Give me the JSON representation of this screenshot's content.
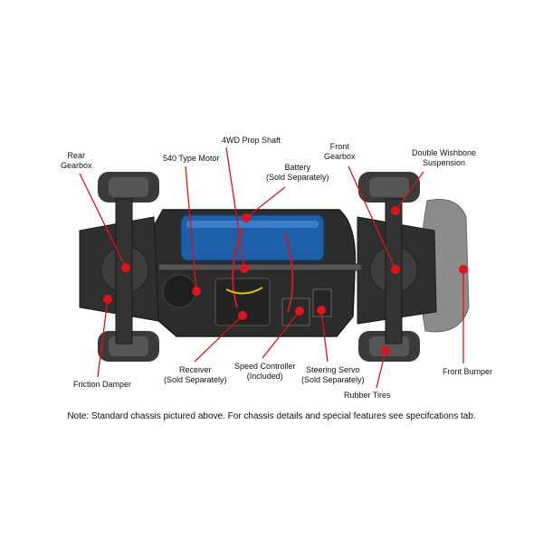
{
  "colors": {
    "callout": "#e0121b",
    "chassis": "#2c2c2c",
    "tire": "#3a3a3a",
    "battery": "#1d5fa8",
    "bumper": "#8c8c8c",
    "text": "#111111"
  },
  "labels": {
    "rear_gearbox": [
      "Rear",
      "Gearbox"
    ],
    "motor": [
      "540 Type Motor"
    ],
    "prop_shaft": [
      "4WD Prop Shaft"
    ],
    "battery": [
      "Battery",
      "(Sold Separately)"
    ],
    "front_gearbox": [
      "Front",
      "Gearbox"
    ],
    "double_wishbone": [
      "Double Wishbone",
      "Suspension"
    ],
    "friction_damper": [
      "Friction Damper"
    ],
    "receiver": [
      "Receiver",
      "(Sold Separately)"
    ],
    "speed_controller": [
      "Speed Controller",
      "(Included)"
    ],
    "steering_servo": [
      "Steering Servo",
      "(Sold Separately)"
    ],
    "rubber_tires": [
      "Rubber Tires"
    ],
    "front_bumper": [
      "Front Bumper"
    ]
  },
  "note": "Note: Standard chassis pictured above. For chassis details and special features see specifcations tab."
}
